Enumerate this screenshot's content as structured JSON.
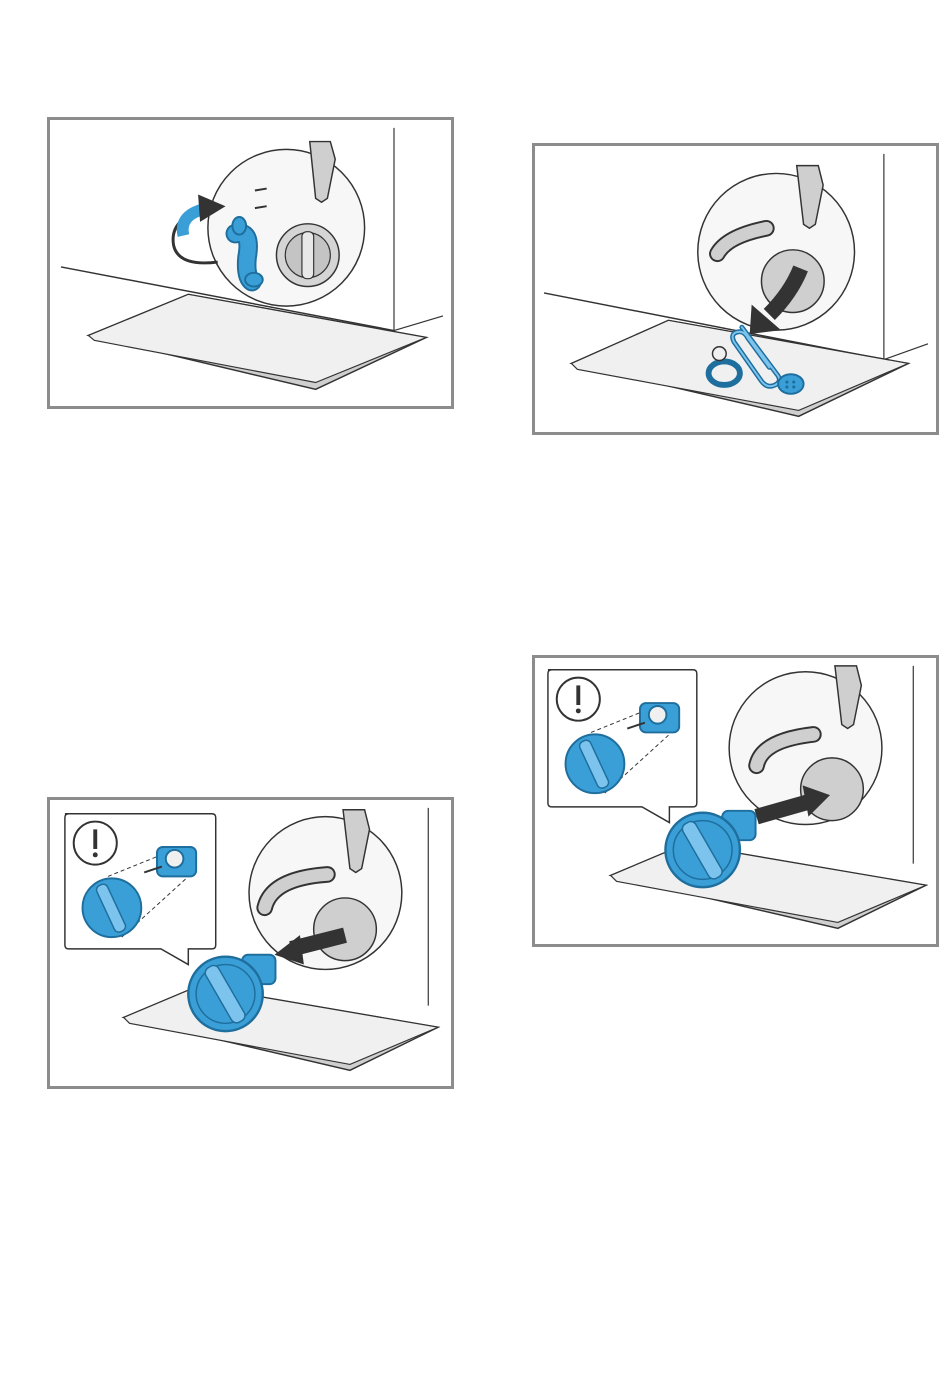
{
  "page": {
    "background": "#ffffff",
    "frame_color": "#8c8c8c",
    "accent_blue": "#3a9fd6",
    "accent_blue_dark": "#1e6e9e",
    "metal_gray": "#cfcfcf",
    "outline": "#333333"
  },
  "figures": [
    {
      "id": "step-1",
      "icons": [
        "rotate-arrow-icon",
        "drain-hose-icon",
        "pump-filter-cap-icon",
        "drip-tray-icon"
      ]
    },
    {
      "id": "step-2",
      "icons": [
        "down-arrow-icon",
        "paper-clip-icon",
        "ring-icon",
        "button-icon",
        "drip-tray-icon"
      ]
    },
    {
      "id": "step-3",
      "icons": [
        "warning-exclamation-icon",
        "filter-insert-icon",
        "pull-arrow-icon",
        "drip-tray-icon"
      ]
    },
    {
      "id": "step-4",
      "icons": [
        "warning-exclamation-icon",
        "filter-insert-icon",
        "push-arrow-icon",
        "drip-tray-icon"
      ]
    }
  ]
}
